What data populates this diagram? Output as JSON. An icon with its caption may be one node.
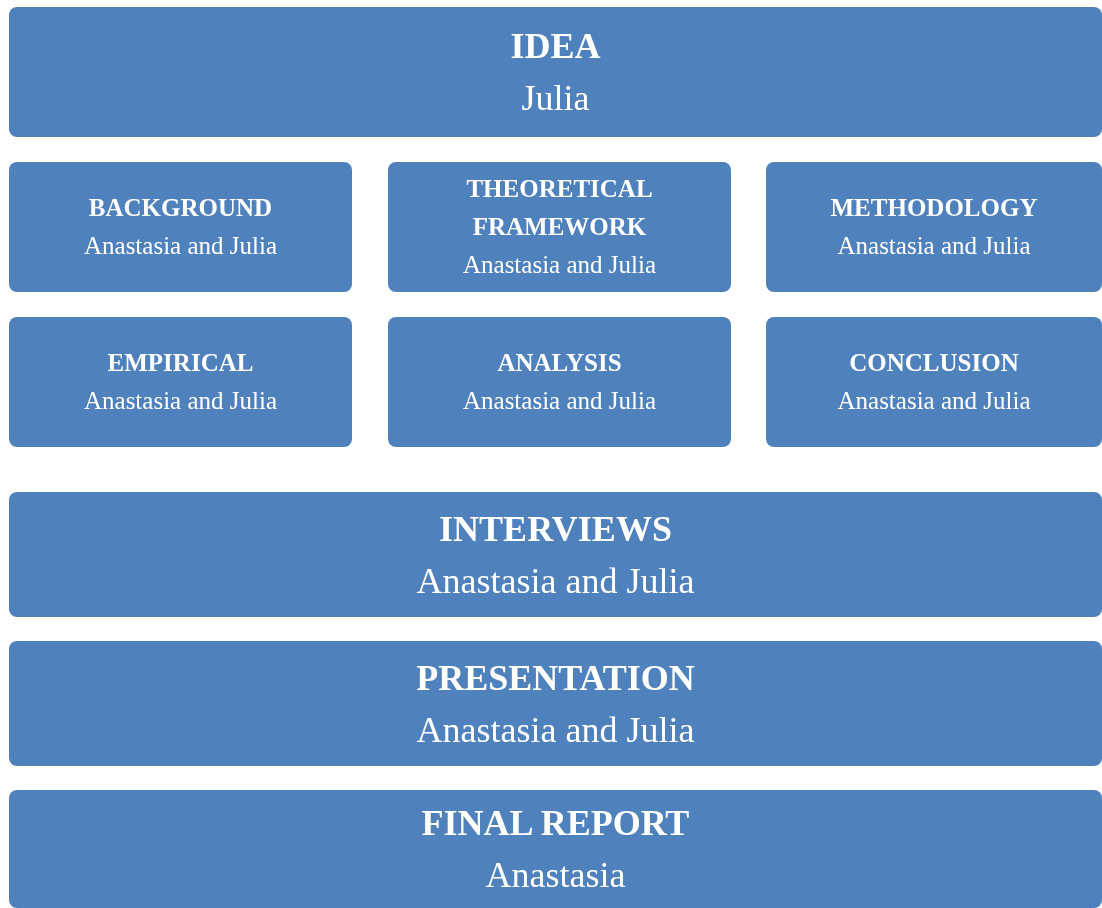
{
  "diagram": {
    "nodes": [
      {
        "text": [
          "IDEA",
          "Julia"
        ]
      },
      {
        "text": [
          "BACKGROUND",
          "Anastasia and Julia"
        ]
      },
      {
        "text": [
          "THEORETICAL FRAMEWORK",
          "Anastasia and Julia"
        ]
      },
      {
        "text": [
          "METHODOLOGY",
          "Anastasia and Julia"
        ]
      },
      {
        "text": [
          "EMPIRICAL",
          "Anastasia and Julia"
        ]
      },
      {
        "text": [
          "ANALYSIS",
          "Anastasia and Julia"
        ]
      },
      {
        "text": [
          "CONCLUSION",
          "Anastasia and Julia"
        ]
      },
      {
        "text": [
          "INTERVIEWS",
          "Anastasia and Julia"
        ]
      },
      {
        "text": [
          "PRESENTATION",
          "Anastasia and Julia"
        ]
      },
      {
        "text": [
          "FINAL REPORT",
          "Anastasia"
        ]
      }
    ],
    "edges": []
  }
}
